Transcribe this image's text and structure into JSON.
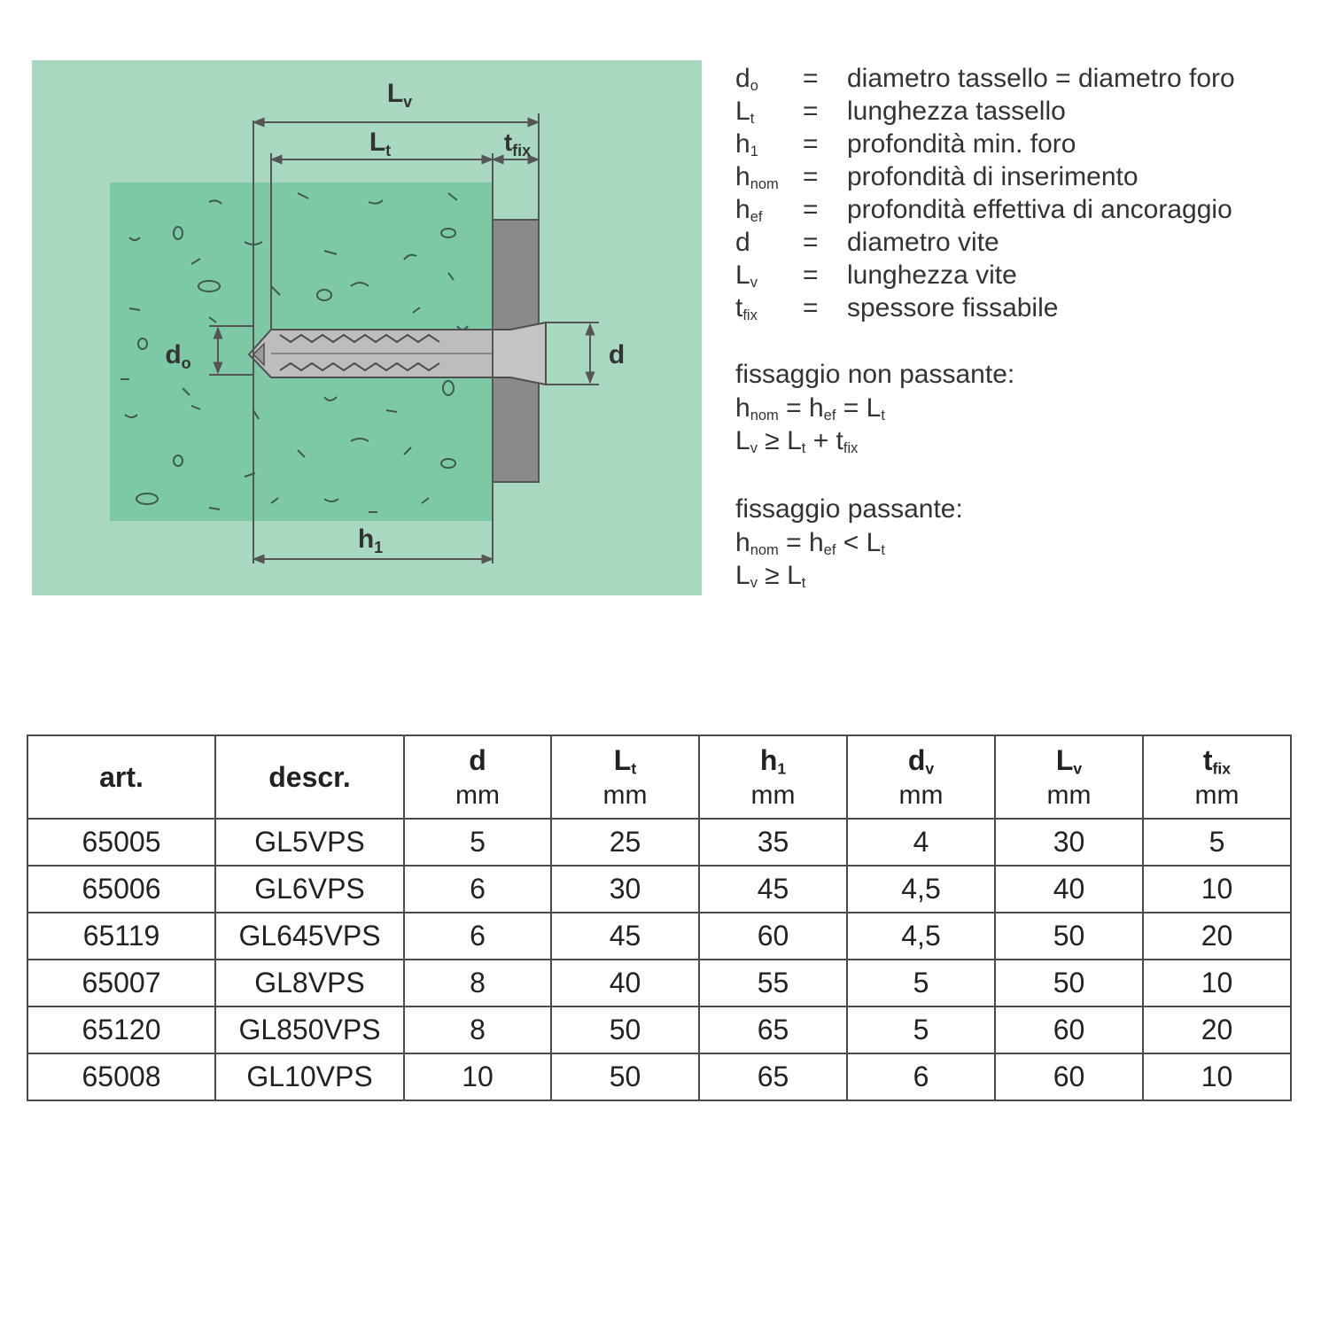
{
  "diagram": {
    "labels": {
      "Lv": "L",
      "Lv_sub": "v",
      "Lt": "L",
      "Lt_sub": "t",
      "tfix": "t",
      "tfix_sub": "fix",
      "d0": "d",
      "d0_sub": "o",
      "d": "d",
      "h1": "h",
      "h1_sub": "1"
    },
    "colors": {
      "background": "#a8d8c0",
      "concrete": "#7ec9a5",
      "fixture": "#8a8a8a",
      "anchor": "#b9b9b9",
      "line": "#555555"
    }
  },
  "legend": [
    {
      "sym": "d",
      "sub": "o",
      "eq": "=",
      "desc": "diametro tassello = diametro foro"
    },
    {
      "sym": "L",
      "sub": "t",
      "eq": "=",
      "desc": "lunghezza tassello"
    },
    {
      "sym": "h",
      "sub": "1",
      "eq": "=",
      "desc": "profondità min. foro"
    },
    {
      "sym": "h",
      "sub": "nom",
      "eq": "=",
      "desc": "profondità di inserimento"
    },
    {
      "sym": "h",
      "sub": "ef",
      "eq": "=",
      "desc": "profondità effettiva di ancoraggio"
    },
    {
      "sym": "d",
      "sub": "",
      "eq": "=",
      "desc": "diametro vite"
    },
    {
      "sym": "L",
      "sub": "v",
      "eq": "=",
      "desc": "lunghezza vite"
    },
    {
      "sym": "t",
      "sub": "fix",
      "eq": "=",
      "desc": "spessore fissabile"
    }
  ],
  "formulas": {
    "non_passante": {
      "title": "fissaggio non passante:",
      "line1": {
        "a": "h",
        "a_sub": "nom",
        "op1": " = h",
        "b_sub": "ef",
        "op2": " = L",
        "c_sub": "t"
      },
      "line2": {
        "a": "L",
        "a_sub": "v",
        "op1": " ≥ L",
        "b_sub": "t",
        "op2": " + t",
        "c_sub": "fix"
      }
    },
    "passante": {
      "title": "fissaggio passante:",
      "line1": {
        "a": "h",
        "a_sub": "nom",
        "op1": " = h",
        "b_sub": "ef",
        "op2": " < L",
        "c_sub": "t"
      },
      "line2": {
        "a": "L",
        "a_sub": "v",
        "op1": " ≥ L",
        "b_sub": "t"
      }
    }
  },
  "table": {
    "headers": [
      {
        "label": "art.",
        "sub": "",
        "unit": ""
      },
      {
        "label": "descr.",
        "sub": "",
        "unit": ""
      },
      {
        "label": "d",
        "sub": "",
        "unit": "mm"
      },
      {
        "label": "L",
        "sub": "t",
        "unit": "mm"
      },
      {
        "label": "h",
        "sub": "1",
        "unit": "mm"
      },
      {
        "label": "d",
        "sub": "v",
        "unit": "mm"
      },
      {
        "label": "L",
        "sub": "v",
        "unit": "mm"
      },
      {
        "label": "t",
        "sub": "fix",
        "unit": "mm"
      }
    ],
    "rows": [
      [
        "65005",
        "GL5VPS",
        "5",
        "25",
        "35",
        "4",
        "30",
        "5"
      ],
      [
        "65006",
        "GL6VPS",
        "6",
        "30",
        "45",
        "4,5",
        "40",
        "10"
      ],
      [
        "65119",
        "GL645VPS",
        "6",
        "45",
        "60",
        "4,5",
        "50",
        "20"
      ],
      [
        "65007",
        "GL8VPS",
        "8",
        "40",
        "55",
        "5",
        "50",
        "10"
      ],
      [
        "65120",
        "GL850VPS",
        "8",
        "50",
        "65",
        "5",
        "60",
        "20"
      ],
      [
        "65008",
        "GL10VPS",
        "10",
        "50",
        "65",
        "6",
        "60",
        "10"
      ]
    ]
  }
}
